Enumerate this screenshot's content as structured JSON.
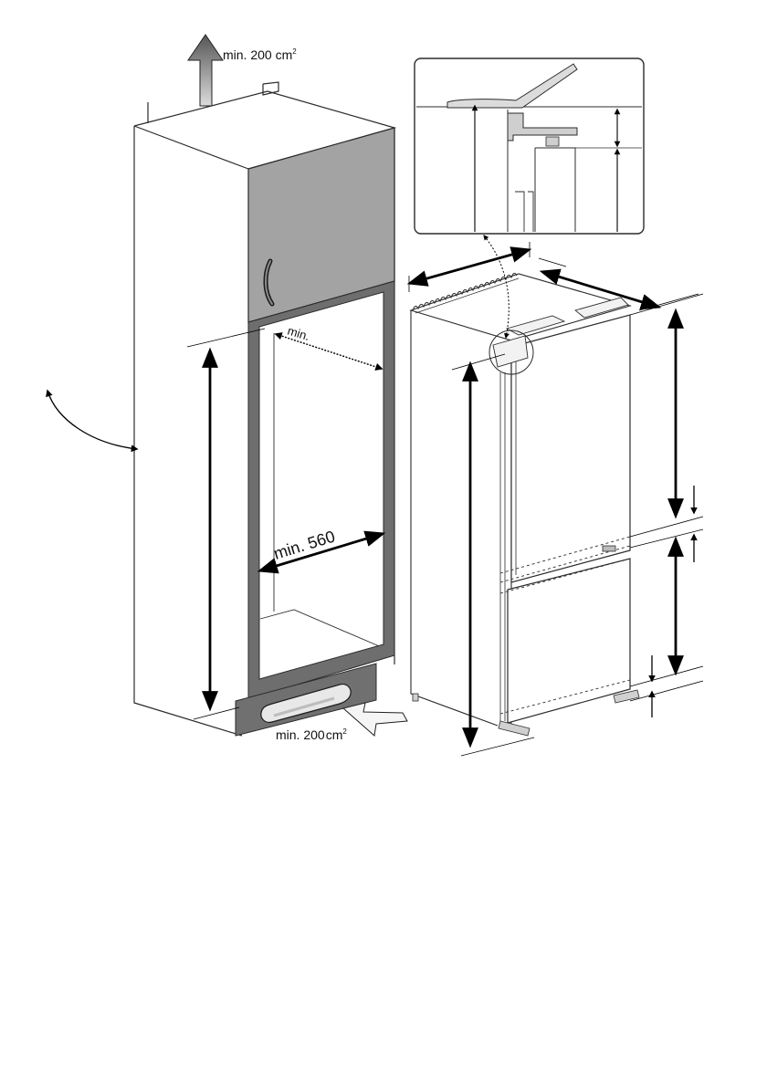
{
  "labels": {
    "vent_top": "min. 200 cm",
    "vent_top_sup": "2",
    "depth_min": "min.",
    "width_min": "min. 560",
    "vent_bottom": "min. 200",
    "vent_bottom_unit": "cm",
    "vent_bottom_sup": "2"
  },
  "colors": {
    "outline": "#2b2b2b",
    "upper_door": "#a3a3a3",
    "frame": "#6e6e6e",
    "plinth": "#707070",
    "arrow": "#000000"
  }
}
